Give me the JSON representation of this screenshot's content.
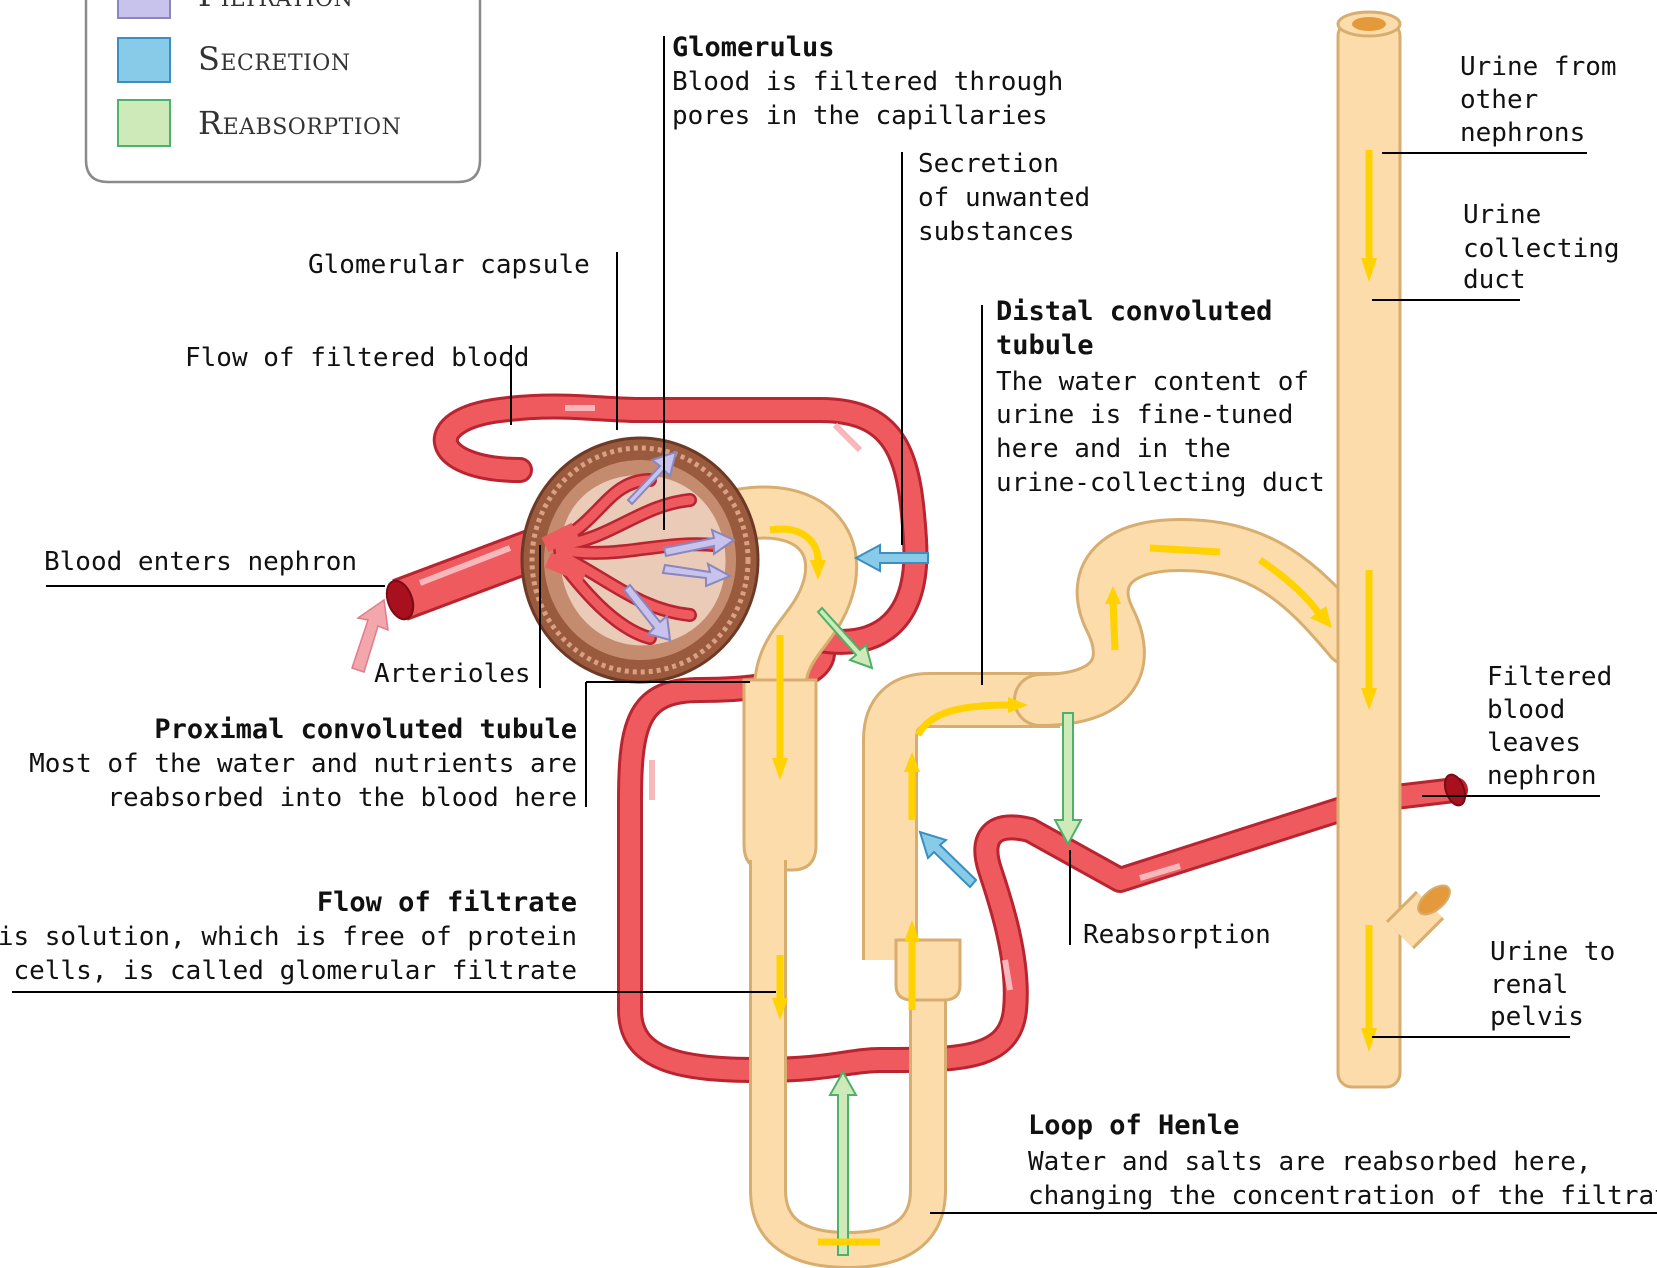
{
  "legend": {
    "items": [
      {
        "label": "Filtration",
        "color": "#c7c3ec"
      },
      {
        "label": "Secretion",
        "color": "#88cbe8"
      },
      {
        "label": "Reabsorption",
        "color": "#cdeab8"
      }
    ]
  },
  "labels": {
    "glomerulus_title": "Glomerulus",
    "glomerulus_l1": "Blood is filtered through",
    "glomerulus_l2": "pores in the capillaries",
    "secretion_l1": "Secretion",
    "secretion_l2": "of unwanted",
    "secretion_l3": "substances",
    "glomerular_capsule": "Glomerular capsule",
    "flow_filtered_blood": "Flow of filtered blood",
    "blood_enters": "Blood enters nephron",
    "arterioles": "Arterioles",
    "proximal_title": "Proximal convoluted tubule",
    "proximal_l1": "Most of the water and nutrients are",
    "proximal_l2": "reabsorbed into the blood here",
    "filtrate_title": "Flow of filtrate",
    "filtrate_l1": "This solution, which is free of protein",
    "filtrate_l2": "and cells, is called glomerular filtrate",
    "distal_title_l1": "Distal convoluted",
    "distal_title_l2": "tubule",
    "distal_l1": "The water content of",
    "distal_l2": "urine is fine-tuned",
    "distal_l3": "here and in the",
    "distal_l4": "urine-collecting duct",
    "urine_other_l1": "Urine from",
    "urine_other_l2": "other",
    "urine_other_l3": "nephrons",
    "collecting_l1": "Urine",
    "collecting_l2": "collecting",
    "collecting_l3": "duct",
    "filtered_leaves_l1": "Filtered",
    "filtered_leaves_l2": "blood",
    "filtered_leaves_l3": "leaves",
    "filtered_leaves_l4": "nephron",
    "reabsorption": "Reabsorption",
    "renal_l1": "Urine to",
    "renal_l2": "renal",
    "renal_l3": "pelvis",
    "henle_title": "Loop of Henle",
    "henle_l1": "Water and salts are reabsorbed here,",
    "henle_l2": "changing the concentration of the filtrate"
  },
  "colors": {
    "blood": "#ee5a5e",
    "tubule": "#fbdcaa",
    "flow_arrow": "#ffd200",
    "secretion_arrow": "#88cbe8",
    "reabsorption_arrow": "#cdeab8",
    "filtration_arrow": "#c7c3ec"
  }
}
